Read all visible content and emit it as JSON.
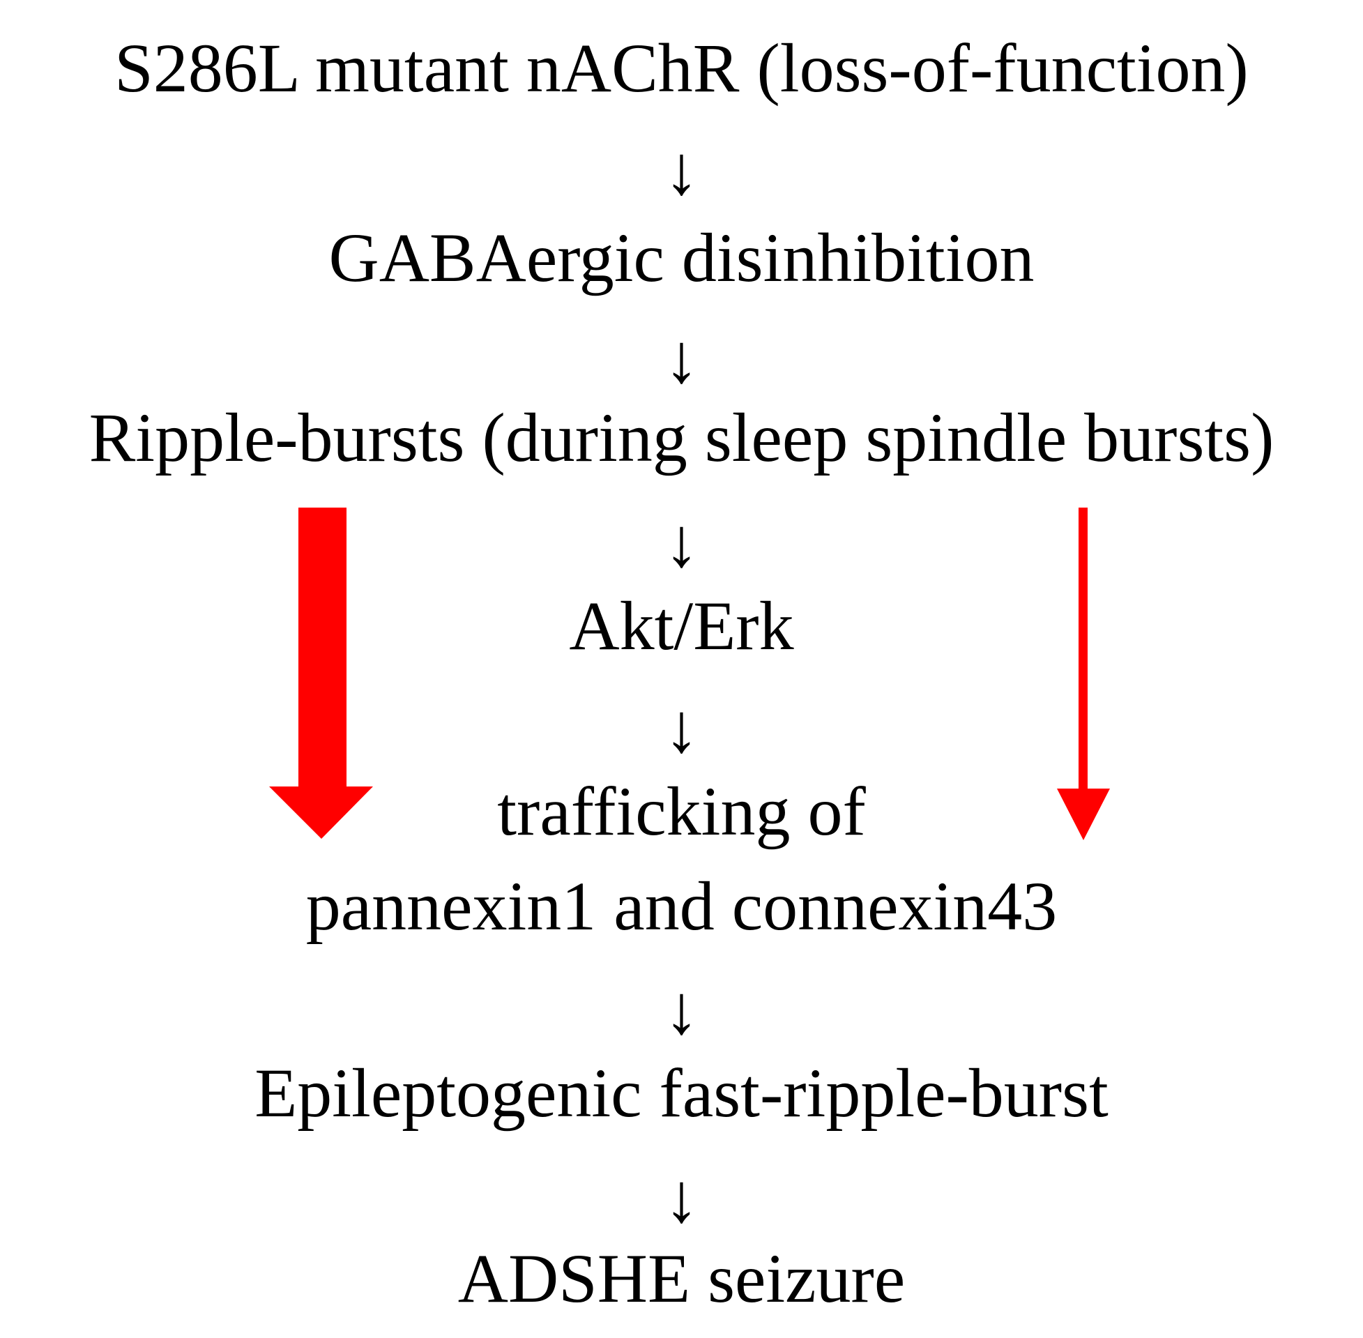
{
  "nodes": [
    "S286L mutant nAChR (loss-of-function)",
    "GABAergic disinhibition",
    "Ripple-bursts (during sleep spindle bursts)",
    "Akt/Erk",
    "trafficking of",
    "pannexin1 and connexin43",
    "Epileptogenic fast-ripple-burst",
    "ADSHE seizure"
  ],
  "arrow_glyph": "↓",
  "colors": {
    "text": "#000000",
    "side_arrows": "#ff0000"
  }
}
